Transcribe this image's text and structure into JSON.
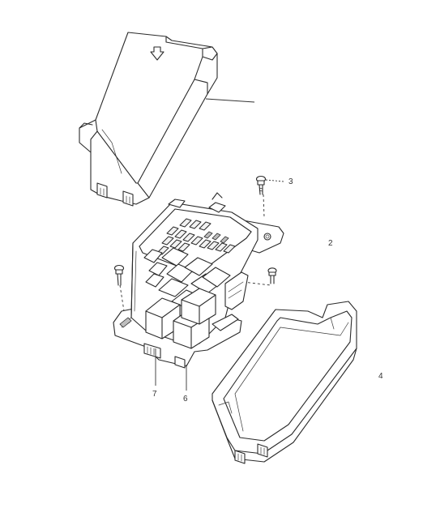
{
  "callouts": {
    "item_2": "2",
    "item_3": "3",
    "item_4": "4",
    "item_6": "6",
    "item_7": "7"
  },
  "colors": {
    "line": "#2a2a2a",
    "background": "#ffffff"
  }
}
